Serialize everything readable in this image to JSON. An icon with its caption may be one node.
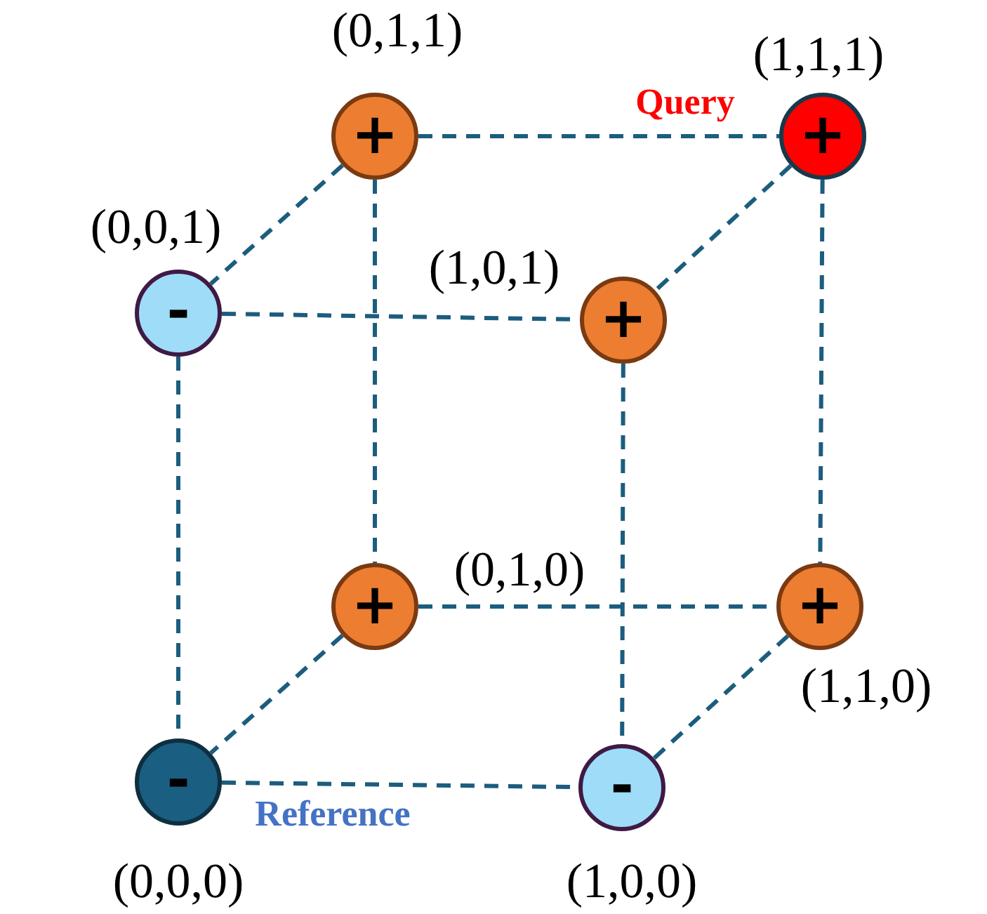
{
  "diagram": {
    "nodes": [
      {
        "text": [
          "+"
        ],
        "beside": [
          "(0,1,1)"
        ]
      },
      {
        "text": [
          "+"
        ],
        "beside": [
          "(1,1,1)",
          "Query"
        ]
      },
      {
        "text": [
          "-"
        ],
        "beside": [
          "(0,0,1)"
        ]
      },
      {
        "text": [
          "+"
        ],
        "beside": [
          "(1,0,1)"
        ]
      },
      {
        "text": [
          "+"
        ],
        "beside": [
          "(0,1,0)"
        ]
      },
      {
        "text": [
          "+"
        ],
        "beside": [
          "(1,1,0)"
        ]
      },
      {
        "text": [
          "-"
        ],
        "beside": [
          "(0,0,0)",
          "Reference"
        ]
      },
      {
        "text": [
          "-"
        ],
        "beside": [
          "(1,0,0)"
        ]
      }
    ],
    "edges": [
      {
        "from": 0,
        "to": 1,
        "arrow": "none",
        "style": "dashed"
      },
      {
        "from": 0,
        "to": 2,
        "arrow": "none",
        "style": "dashed"
      },
      {
        "from": 0,
        "to": 4,
        "arrow": "none",
        "style": "dashed"
      },
      {
        "from": 1,
        "to": 3,
        "arrow": "none",
        "style": "dashed"
      },
      {
        "from": 1,
        "to": 5,
        "arrow": "none",
        "style": "dashed"
      },
      {
        "from": 2,
        "to": 3,
        "arrow": "none",
        "style": "dashed"
      },
      {
        "from": 2,
        "to": 6,
        "arrow": "none",
        "style": "dashed"
      },
      {
        "from": 3,
        "to": 7,
        "arrow": "none",
        "style": "dashed"
      },
      {
        "from": 4,
        "to": 5,
        "arrow": "none",
        "style": "dashed"
      },
      {
        "from": 4,
        "to": 6,
        "arrow": "none",
        "style": "dashed"
      },
      {
        "from": 5,
        "to": 7,
        "arrow": "none",
        "style": "dashed"
      },
      {
        "from": 6,
        "to": 7,
        "arrow": "none",
        "style": "dashed"
      }
    ]
  }
}
